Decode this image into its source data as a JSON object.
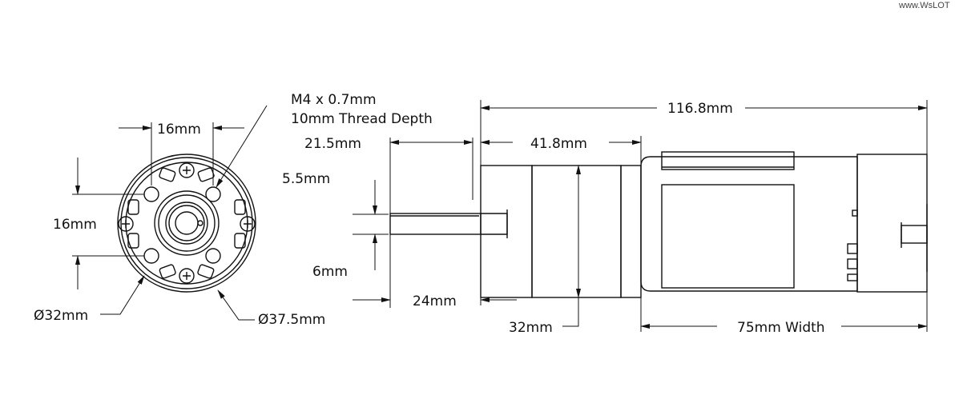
{
  "watermark": "www.WsLOT",
  "front_view": {
    "hole_spacing_h": "16mm",
    "hole_spacing_v": "16mm",
    "inner_diameter": "Ø32mm",
    "outer_diameter": "Ø37.5mm",
    "thread_line1": "M4 x 0.7mm",
    "thread_line2": "10mm Thread Depth"
  },
  "side_view": {
    "shaft_length": "21.5mm",
    "gearbox_length": "41.8mm",
    "total_length": "116.8mm",
    "flat_depth": "5.5mm",
    "shaft_diameter": "6mm",
    "shaft_to_body": "24mm",
    "gearbox_diameter": "32mm",
    "motor_width": "75mm Width"
  },
  "colors": {
    "line": "#111111",
    "background": "#ffffff"
  }
}
